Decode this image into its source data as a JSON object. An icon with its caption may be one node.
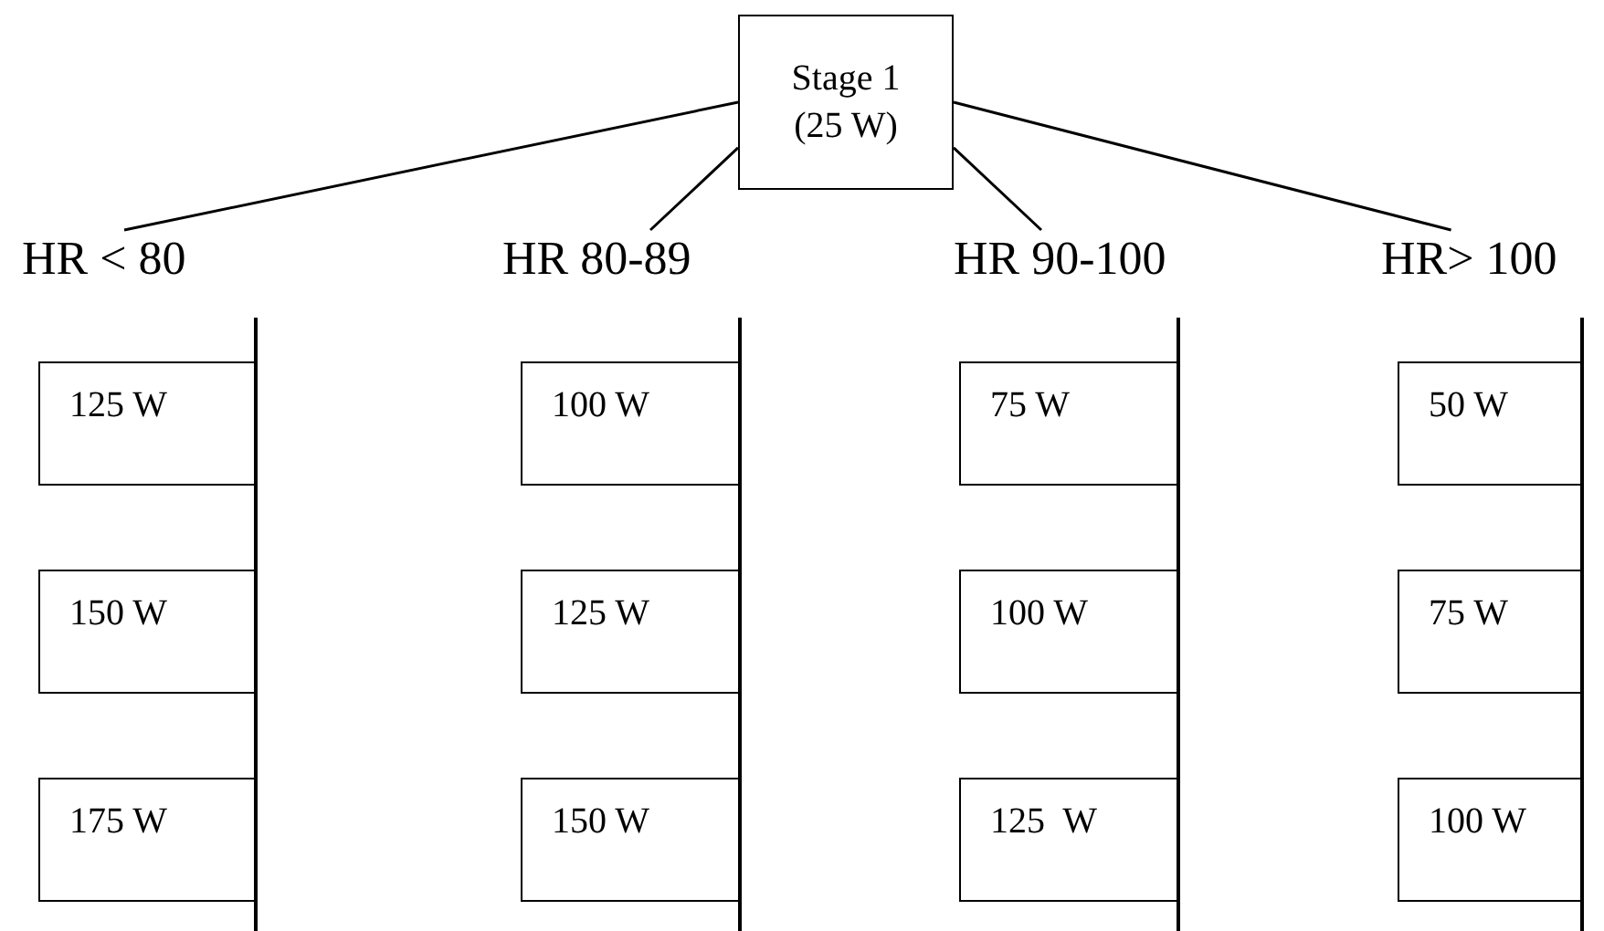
{
  "diagram": {
    "nodes": [
      {
        "text": [
          "Stage 1 (25 W)"
        ]
      },
      {
        "text": [
          "HR < 80"
        ]
      },
      {
        "text": [
          "HR 80-89"
        ]
      },
      {
        "text": [
          "HR 90-100"
        ]
      },
      {
        "text": [
          "HR> 100"
        ]
      },
      {
        "text": [
          "125 W"
        ]
      },
      {
        "text": [
          "100 W"
        ]
      },
      {
        "text": [
          "75 W"
        ]
      },
      {
        "text": [
          "50 W"
        ]
      },
      {
        "text": [
          "150 W"
        ]
      },
      {
        "text": [
          "125 W"
        ]
      },
      {
        "text": [
          "100 W"
        ]
      },
      {
        "text": [
          "75 W"
        ]
      },
      {
        "text": [
          "175 W"
        ]
      },
      {
        "text": [
          "150 W"
        ]
      },
      {
        "text": [
          "125  W"
        ]
      },
      {
        "text": [
          "100 W"
        ]
      }
    ],
    "edges": [
      {
        "from": 0,
        "to": 1,
        "arrow": "none"
      },
      {
        "from": 0,
        "to": 2,
        "arrow": "none"
      },
      {
        "from": 0,
        "to": 3,
        "arrow": "none"
      },
      {
        "from": 0,
        "to": 4,
        "arrow": "none"
      }
    ]
  }
}
